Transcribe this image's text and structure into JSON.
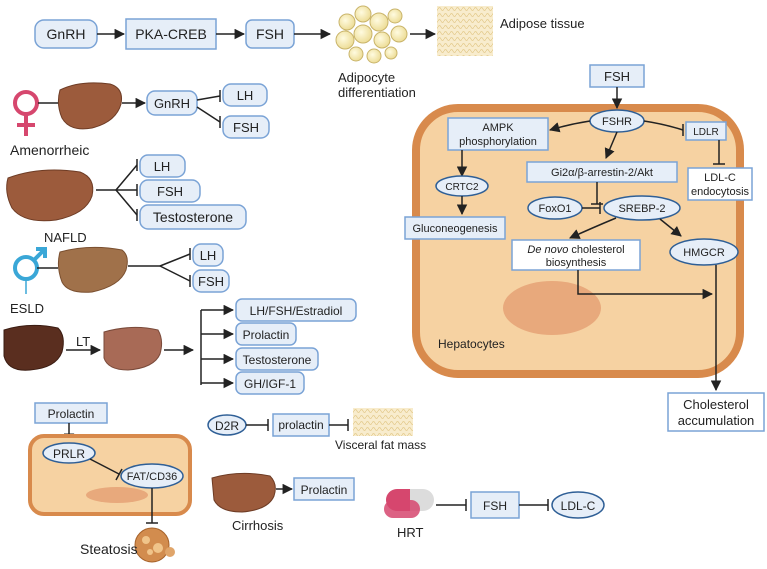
{
  "top_pathway": {
    "gnrh": "GnRH",
    "pka_creb": "PKA-CREB",
    "fsh": "FSH",
    "adipocyte_line1": "Adipocyte",
    "adipocyte_line2": "differentiation",
    "adipose": "Adipose tissue"
  },
  "amenorrheic": {
    "label": "Amenorrheic",
    "gnrh": "GnRH",
    "lh": "LH",
    "fsh": "FSH"
  },
  "nafld": {
    "label": "NAFLD",
    "lh": "LH",
    "fsh": "FSH",
    "testosterone": "Testosterone"
  },
  "esld": {
    "label": "ESLD",
    "lh": "LH",
    "fsh": "FSH"
  },
  "lt": {
    "label": "LT",
    "outputs": [
      "LH/FSH/Estradiol",
      "Prolactin",
      "Testosterone",
      "GH/IGF-1"
    ]
  },
  "steatosis": {
    "prolactin": "Prolactin",
    "prlr": "PRLR",
    "fat_cd36": "FAT/CD36",
    "label": "Steatosis"
  },
  "d2r": {
    "d2r": "D2R",
    "prolactin": "prolactin",
    "visceral": "Visceral fat mass"
  },
  "cirrhosis": {
    "label": "Cirrhosis",
    "prolactin": "Prolactin"
  },
  "hrt": {
    "label": "HRT",
    "fsh": "FSH",
    "ldl": "LDL-C"
  },
  "hepatocyte": {
    "fsh": "FSH",
    "fshr": "FSHR",
    "ampk_line1": "AMPK",
    "ampk_line2": "phosphorylation",
    "ldlr": "LDLR",
    "crtc2": "CRTC2",
    "gi2a": "Gi2α/β-arrestin-2/Akt",
    "ldlc_line1": "LDL-C",
    "ldlc_line2": "endocytosis",
    "foxo1": "FoxO1",
    "srebp2": "SREBP-2",
    "gluconeo": "Gluconeogenesis",
    "denovo_italic": "De novo",
    "denovo_rest": " cholesterol",
    "denovo_line2": "biosynthesis",
    "hmgcr": "HMGCR",
    "cell_label": "Hepatocytes",
    "chol_line1": "Cholesterol",
    "chol_line2": "accumulation"
  },
  "colors": {
    "box_fill": "#e6eef8",
    "box_stroke": "#7aa3d6",
    "ellipse_stroke": "#2f5f96",
    "cell_fill": "#f6d2a2",
    "cell_rim": "#d88a4c",
    "nucleus": "#e8a97c",
    "liver": "#9c5b3c",
    "female": "#d6476e",
    "male": "#3aa7d7"
  }
}
